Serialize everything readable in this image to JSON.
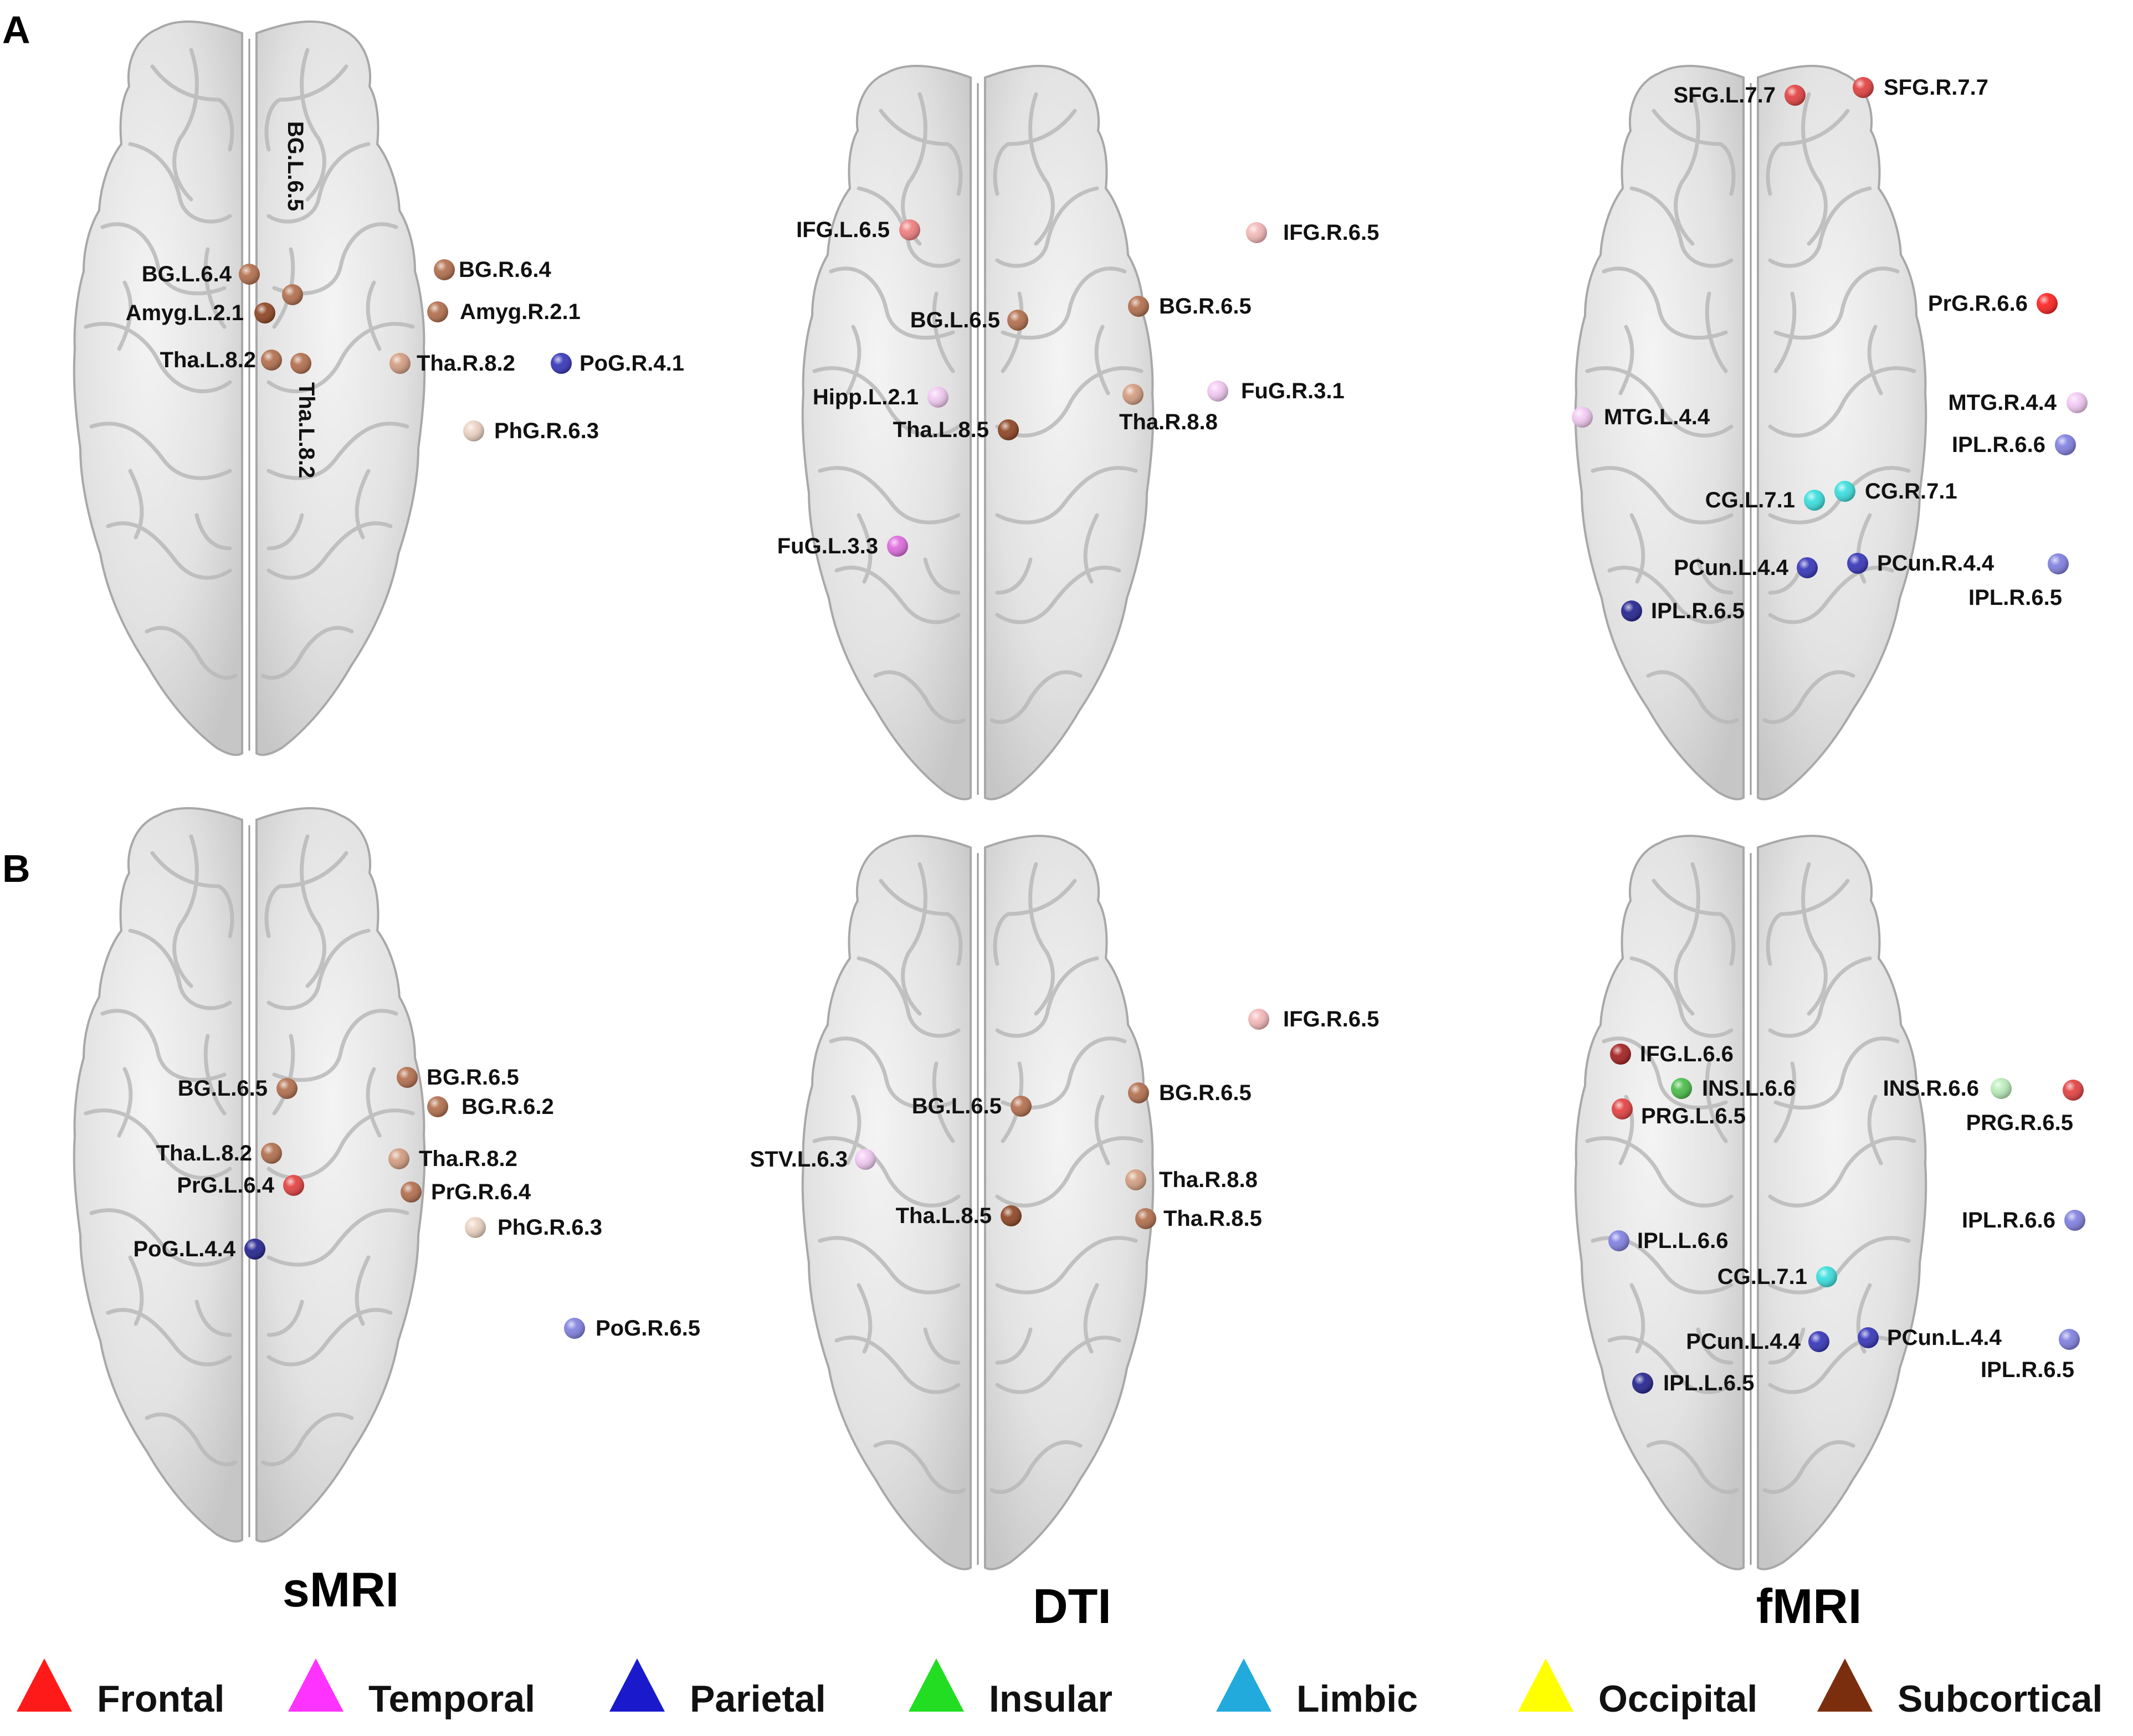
{
  "panels": [
    {
      "letter": "A"
    },
    {
      "letter": "B"
    }
  ],
  "modalities": [
    "sMRI",
    "DTI",
    "fMRI"
  ],
  "legend": [
    {
      "name": "Frontal",
      "color": "#ff1a1a"
    },
    {
      "name": "Temporal",
      "color": "#ff33ff"
    },
    {
      "name": "Parietal",
      "color": "#1a1acc"
    },
    {
      "name": "Insular",
      "color": "#22dd22"
    },
    {
      "name": "Limbic",
      "color": "#22aadd"
    },
    {
      "name": "Occipital",
      "color": "#ffff00"
    },
    {
      "name": "Subcortical",
      "color": "#7a2e0e"
    }
  ],
  "brains": [
    {
      "id": "A-sMRI",
      "nodes": [
        {
          "label": "BG.L.6.5",
          "lobe": "Subcortical",
          "tone": "normal",
          "vertical": true
        },
        {
          "label": "BG.L.6.4",
          "lobe": "Subcortical",
          "tone": "normal"
        },
        {
          "label": "Amyg.L.2.1",
          "lobe": "Subcortical",
          "tone": "dark"
        },
        {
          "label": "Tha.L.8.2",
          "lobe": "Subcortical",
          "tone": "normal"
        },
        {
          "label": "Tha.L.8.2",
          "lobe": "Subcortical",
          "tone": "normal",
          "vertical": true
        },
        {
          "label": "BG.R.6.4",
          "lobe": "Subcortical",
          "tone": "normal"
        },
        {
          "label": "Amyg.R.2.1",
          "lobe": "Subcortical",
          "tone": "normal"
        },
        {
          "label": "Tha.R.8.2",
          "lobe": "Subcortical",
          "tone": "light"
        },
        {
          "label": "PoG.R.4.1",
          "lobe": "Parietal",
          "tone": "normal"
        },
        {
          "label": "PhG.R.6.3",
          "lobe": "Subcortical",
          "tone": "pale"
        }
      ]
    },
    {
      "id": "A-DTI",
      "nodes": [
        {
          "label": "IFG.L.6.5",
          "lobe": "Frontal",
          "tone": "light"
        },
        {
          "label": "IFG.R.6.5",
          "lobe": "Frontal",
          "tone": "pale"
        },
        {
          "label": "BG.L.6.5",
          "lobe": "Subcortical",
          "tone": "normal"
        },
        {
          "label": "BG.R.6.5",
          "lobe": "Subcortical",
          "tone": "normal"
        },
        {
          "label": "Hipp.L.2.1",
          "lobe": "Temporal",
          "tone": "pale"
        },
        {
          "label": "Tha.L.8.5",
          "lobe": "Subcortical",
          "tone": "dark"
        },
        {
          "label": "FuG.R.3.1",
          "lobe": "Temporal",
          "tone": "pale"
        },
        {
          "label": "Tha.R.8.8",
          "lobe": "Subcortical",
          "tone": "light"
        },
        {
          "label": "FuG.L.3.3",
          "lobe": "Temporal",
          "tone": "normal"
        }
      ]
    },
    {
      "id": "A-fMRI",
      "nodes": [
        {
          "label": "SFG.L.7.7",
          "lobe": "Frontal",
          "tone": "normal"
        },
        {
          "label": "SFG.R.7.7",
          "lobe": "Frontal",
          "tone": "normal"
        },
        {
          "label": "PrG.R.6.6",
          "lobe": "Frontal",
          "tone": "bright"
        },
        {
          "label": "MTG.L.4.4",
          "lobe": "Temporal",
          "tone": "pale"
        },
        {
          "label": "MTG.R.4.4",
          "lobe": "Temporal",
          "tone": "pale"
        },
        {
          "label": "IPL.R.6.6",
          "lobe": "Parietal",
          "tone": "light"
        },
        {
          "label": "CG.L.7.1",
          "lobe": "Limbic",
          "tone": "cyan"
        },
        {
          "label": "CG.R.7.1",
          "lobe": "Limbic",
          "tone": "cyan"
        },
        {
          "label": "PCun.L.4.4",
          "lobe": "Parietal",
          "tone": "normal"
        },
        {
          "label": "PCun.R.4.4",
          "lobe": "Parietal",
          "tone": "normal"
        },
        {
          "label": "IPL.R.6.5",
          "lobe": "Parietal",
          "tone": "light"
        },
        {
          "label": "IPL.R.6.5",
          "lobe": "Parietal",
          "tone": "dark"
        }
      ]
    },
    {
      "id": "B-sMRI",
      "nodes": [
        {
          "label": "BG.L.6.5",
          "lobe": "Subcortical",
          "tone": "normal"
        },
        {
          "label": "BG.R.6.5",
          "lobe": "Subcortical",
          "tone": "normal"
        },
        {
          "label": "BG.R.6.2",
          "lobe": "Subcortical",
          "tone": "normal"
        },
        {
          "label": "Tha.L.8.2",
          "lobe": "Subcortical",
          "tone": "normal"
        },
        {
          "label": "Tha.R.8.2",
          "lobe": "Subcortical",
          "tone": "light"
        },
        {
          "label": "PrG.L.6.4",
          "lobe": "Frontal",
          "tone": "normal"
        },
        {
          "label": "PrG.R.6.4",
          "lobe": "Subcortical",
          "tone": "normal"
        },
        {
          "label": "PhG.R.6.3",
          "lobe": "Subcortical",
          "tone": "pale"
        },
        {
          "label": "PoG.L.4.4",
          "lobe": "Parietal",
          "tone": "dark"
        },
        {
          "label": "PoG.R.6.5",
          "lobe": "Parietal",
          "tone": "light"
        }
      ]
    },
    {
      "id": "B-DTI",
      "nodes": [
        {
          "label": "IFG.R.6.5",
          "lobe": "Frontal",
          "tone": "pale"
        },
        {
          "label": "BG.L.6.5",
          "lobe": "Subcortical",
          "tone": "normal"
        },
        {
          "label": "BG.R.6.5",
          "lobe": "Subcortical",
          "tone": "normal"
        },
        {
          "label": "STV.L.6.3",
          "lobe": "Temporal",
          "tone": "pale"
        },
        {
          "label": "Tha.L.8.5",
          "lobe": "Subcortical",
          "tone": "dark"
        },
        {
          "label": "Tha.R.8.8",
          "lobe": "Subcortical",
          "tone": "light"
        },
        {
          "label": "Tha.R.8.5",
          "lobe": "Subcortical",
          "tone": "normal"
        }
      ]
    },
    {
      "id": "B-fMRI",
      "nodes": [
        {
          "label": "IFG.L.6.6",
          "lobe": "Frontal",
          "tone": "dark"
        },
        {
          "label": "INS.L.6.6",
          "lobe": "Insular",
          "tone": "normal"
        },
        {
          "label": "INS.R.6.6",
          "lobe": "Insular",
          "tone": "pale"
        },
        {
          "label": "PRG.L.6.5",
          "lobe": "Frontal",
          "tone": "normal"
        },
        {
          "label": "PRG.R.6.5",
          "lobe": "Frontal",
          "tone": "normal"
        },
        {
          "label": "IPL.L.6.6",
          "lobe": "Parietal",
          "tone": "light"
        },
        {
          "label": "IPL.R.6.6",
          "lobe": "Parietal",
          "tone": "light"
        },
        {
          "label": "CG.L.7.1",
          "lobe": "Limbic",
          "tone": "cyan"
        },
        {
          "label": "PCun.L.4.4",
          "lobe": "Parietal",
          "tone": "normal"
        },
        {
          "label": "PCun.L.4.4",
          "lobe": "Parietal",
          "tone": "normal"
        },
        {
          "label": "IPL.R.6.5",
          "lobe": "Parietal",
          "tone": "light"
        },
        {
          "label": "IPL.L.6.5",
          "lobe": "Parietal",
          "tone": "dark"
        }
      ]
    }
  ]
}
